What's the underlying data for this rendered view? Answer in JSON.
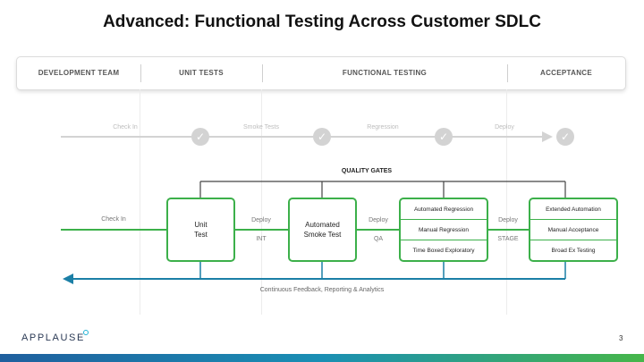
{
  "title": "Advanced: Functional Testing Across Customer SDLC",
  "phases": [
    "DEVELOPMENT TEAM",
    "UNIT TESTS",
    "FUNCTIONAL TESTING",
    "ACCEPTANCE"
  ],
  "gray_flow": {
    "labels": [
      "Check In",
      "Smoke Tests",
      "Regression",
      "Deploy"
    ],
    "check_icon": "check-circle-icon"
  },
  "quality_gates": "QUALITY GATES",
  "flow": {
    "check_in": "Check In",
    "unit_box": [
      "Unit",
      "Test"
    ],
    "smoke_box": [
      "Automated",
      "Smoke Test"
    ],
    "regression_box": [
      "Automated Regression",
      "Manual Regression",
      "Time Boxed Exploratory"
    ],
    "acceptance_box": [
      "Extended Automation",
      "Manual Acceptance",
      "Broad Ex Testing"
    ],
    "deploy_1": "Deploy",
    "env_1": "INT",
    "deploy_2": "Deploy",
    "env_2": "QA",
    "deploy_3": "Deploy",
    "env_3": "STAGE"
  },
  "feedback": "Continuous Feedback, Reporting & Analytics",
  "logo": "APPLAUSE",
  "page_number": "3",
  "colors": {
    "green": "#3cb04a",
    "blue": "#1b7fa6",
    "gray": "#d3d3d3"
  }
}
